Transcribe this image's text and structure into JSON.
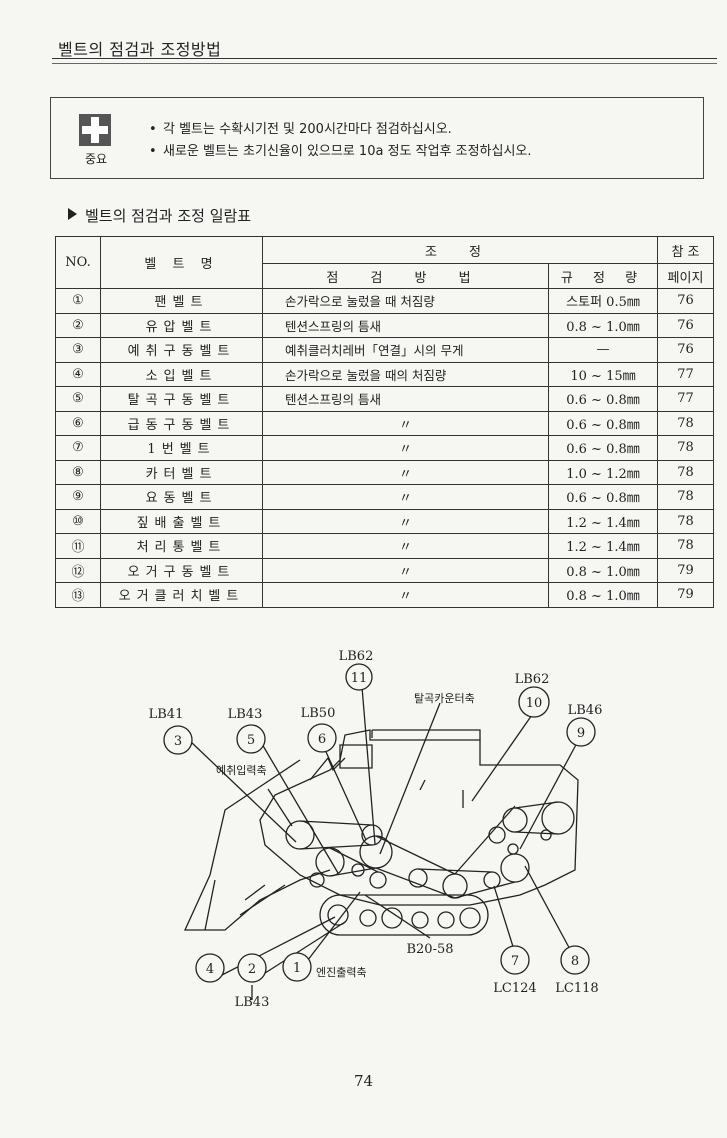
{
  "header": {
    "title": "벨트의 점검과 조정방법"
  },
  "notice": {
    "label": "중요",
    "lines": [
      "각 벨트는 수확시기전 및 200시간마다 점검하십시오.",
      "새로운 벨트는 초기신율이 있으므로 10a 정도 작업후 조정하십시오."
    ]
  },
  "list_title": "벨트의 점검과 조정 일람표",
  "table": {
    "headers": {
      "no": "NO.",
      "name": "벨 트 명",
      "adjust": "조 정",
      "method": "점 검 방 법",
      "standard": "규 정 량",
      "ref_top": "참 조",
      "ref_bottom": "페이지"
    },
    "rows": [
      {
        "no": "①",
        "name": "팬벨트",
        "method": "손가락으로 눌렀을 때 처짐량",
        "standard": "스토퍼 0.5㎜",
        "page": "76"
      },
      {
        "no": "②",
        "name": "유압벨트",
        "method": "텐션스프링의 틈새",
        "standard": "0.8 ~ 1.0㎜",
        "page": "76"
      },
      {
        "no": "③",
        "name": "예취구동벨트",
        "method": "예취클러치레버「연결」시의 무게",
        "standard": "—",
        "page": "76"
      },
      {
        "no": "④",
        "name": "소입벨트",
        "method": "손가락으로 눌렀을 때의 처짐량",
        "standard": "10 ~ 15㎜",
        "page": "77"
      },
      {
        "no": "⑤",
        "name": "탈곡구동벨트",
        "method": "텐션스프링의 틈새",
        "standard": "0.6 ~ 0.8㎜",
        "page": "77"
      },
      {
        "no": "⑥",
        "name": "급동구동벨트",
        "method": "〃",
        "standard": "0.6 ~ 0.8㎜",
        "page": "78"
      },
      {
        "no": "⑦",
        "name": "1번벨트",
        "method": "〃",
        "standard": "0.6 ~ 0.8㎜",
        "page": "78"
      },
      {
        "no": "⑧",
        "name": "카터벨트",
        "method": "〃",
        "standard": "1.0 ~ 1.2㎜",
        "page": "78"
      },
      {
        "no": "⑨",
        "name": "요동벨트",
        "method": "〃",
        "standard": "0.6 ~ 0.8㎜",
        "page": "78"
      },
      {
        "no": "⑩",
        "name": "짚배출벨트",
        "method": "〃",
        "standard": "1.2 ~ 1.4㎜",
        "page": "78"
      },
      {
        "no": "⑪",
        "name": "처리통벨트",
        "method": "〃",
        "standard": "1.2 ~ 1.4㎜",
        "page": "78"
      },
      {
        "no": "⑫",
        "name": "오거구동벨트",
        "method": "〃",
        "standard": "0.8 ~ 1.0㎜",
        "page": "79"
      },
      {
        "no": "⑬",
        "name": "오거클러치벨트",
        "method": "〃",
        "standard": "0.8 ~ 1.0㎜",
        "page": "79"
      }
    ]
  },
  "diagram": {
    "callouts": [
      {
        "num": "11",
        "code": "LB62"
      },
      {
        "num": "10",
        "code": "LB62"
      },
      {
        "num": "3",
        "code": "LB41"
      },
      {
        "num": "5",
        "code": "LB43"
      },
      {
        "num": "6",
        "code": "LB50"
      },
      {
        "num": "9",
        "code": "LB46"
      },
      {
        "num": "4",
        "code": ""
      },
      {
        "num": "2",
        "code": "LB43"
      },
      {
        "num": "1",
        "code": ""
      },
      {
        "num": "7",
        "code": "LC124"
      },
      {
        "num": "8",
        "code": "LC118"
      }
    ],
    "labels": {
      "thresher_counter": "탈곡카운터축",
      "reaper_input": "예취입력축",
      "engine_output": "엔진출력축",
      "track_belt": "B20-58"
    }
  },
  "page_number": "74"
}
